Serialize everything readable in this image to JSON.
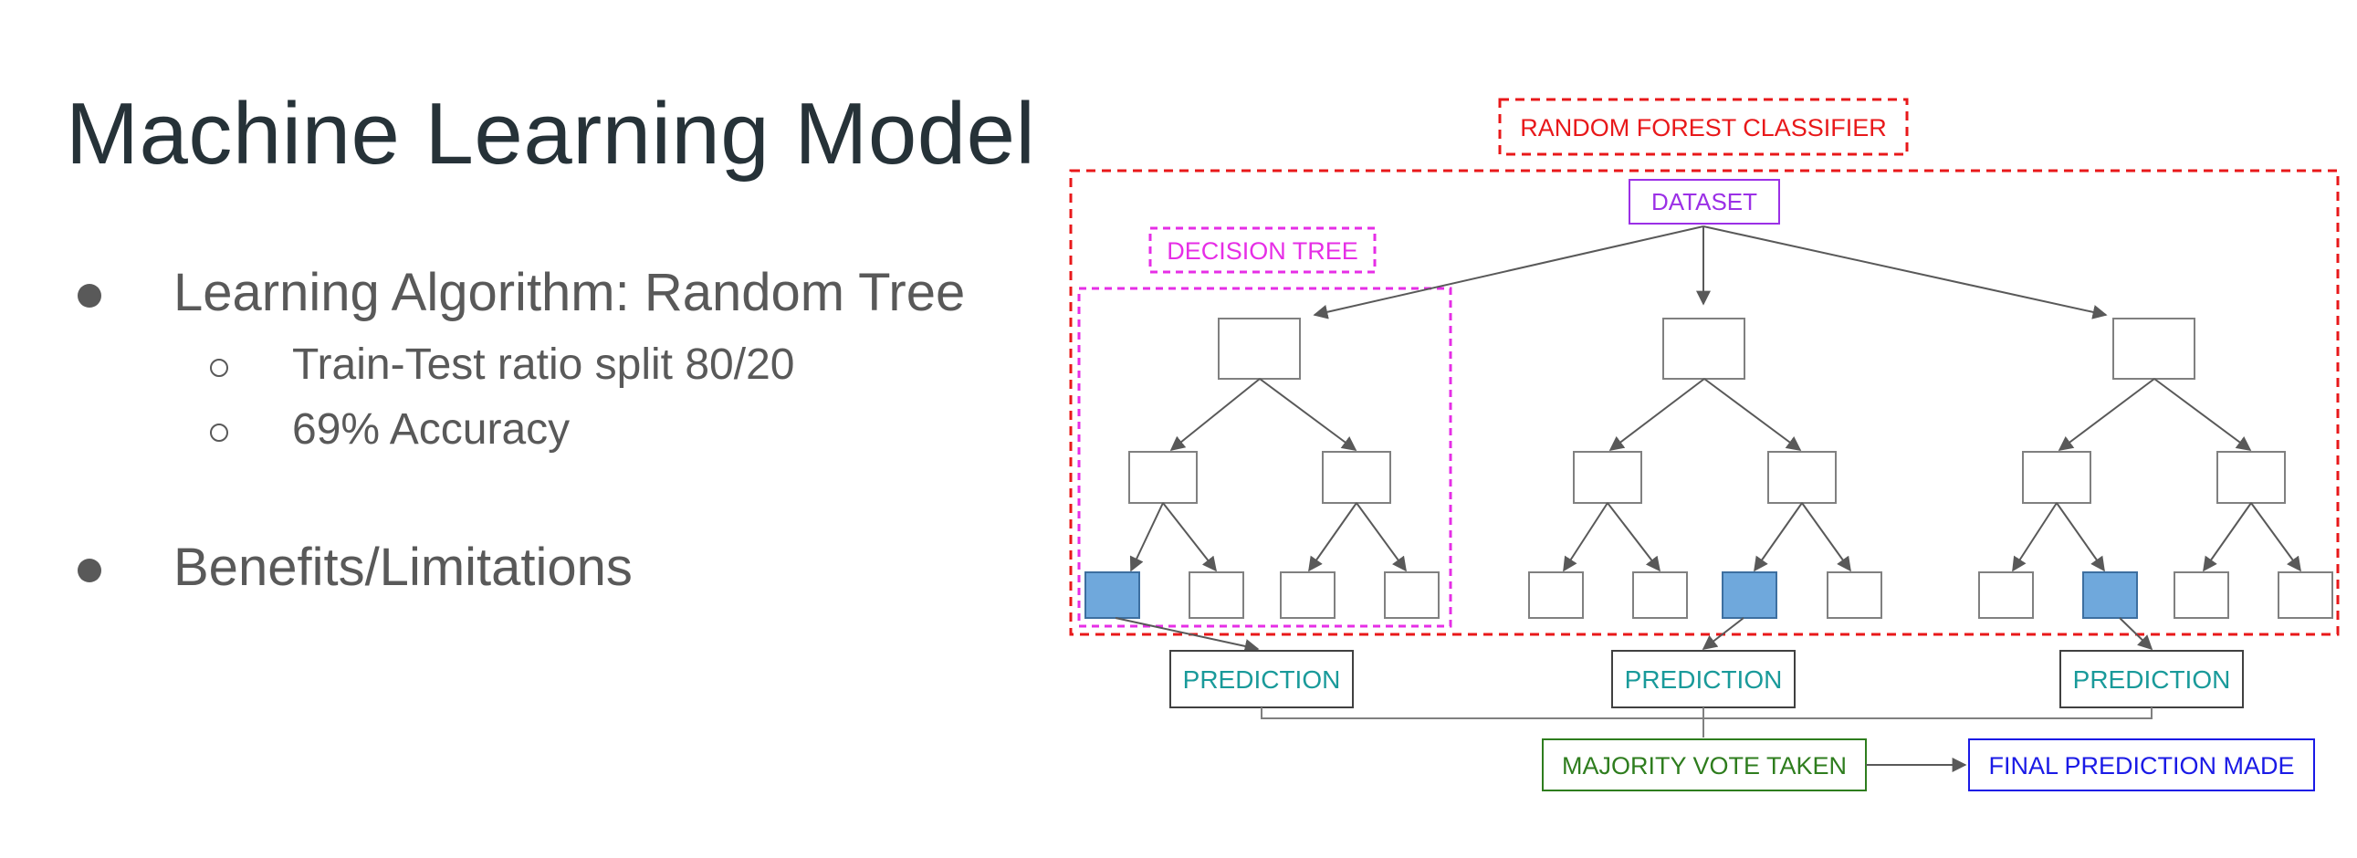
{
  "slide": {
    "title": "Machine Learning Model",
    "bullets": [
      {
        "text": "Learning Algorithm: Random Tree",
        "sub": [
          "Train-Test  ratio split  80/20",
          "69% Accuracy"
        ]
      },
      {
        "text": "Benefits/Limitations",
        "sub": []
      }
    ]
  },
  "diagram": {
    "random_forest_label": "RANDOM FOREST CLASSIFIER",
    "dataset_label": "DATASET",
    "decision_tree_label": "DECISION TREE",
    "prediction_labels": [
      "PREDICTION",
      "PREDICTION",
      "PREDICTION"
    ],
    "majority_vote_label": "MAJORITY VOTE TAKEN",
    "final_prediction_label": "FINAL PREDICTION MADE",
    "highlighted_leaf_per_tree": [
      0,
      2,
      1
    ],
    "colors": {
      "random_forest": "#e8181a",
      "dataset": "#9b30e6",
      "decision_tree": "#e62ee6",
      "prediction": "#199a9a",
      "majority_vote": "#2e7d1e",
      "final_prediction": "#1a1ae6",
      "leaf_highlight": "#6fa8dc",
      "node_border": "#808080",
      "edge": "#595959"
    }
  }
}
